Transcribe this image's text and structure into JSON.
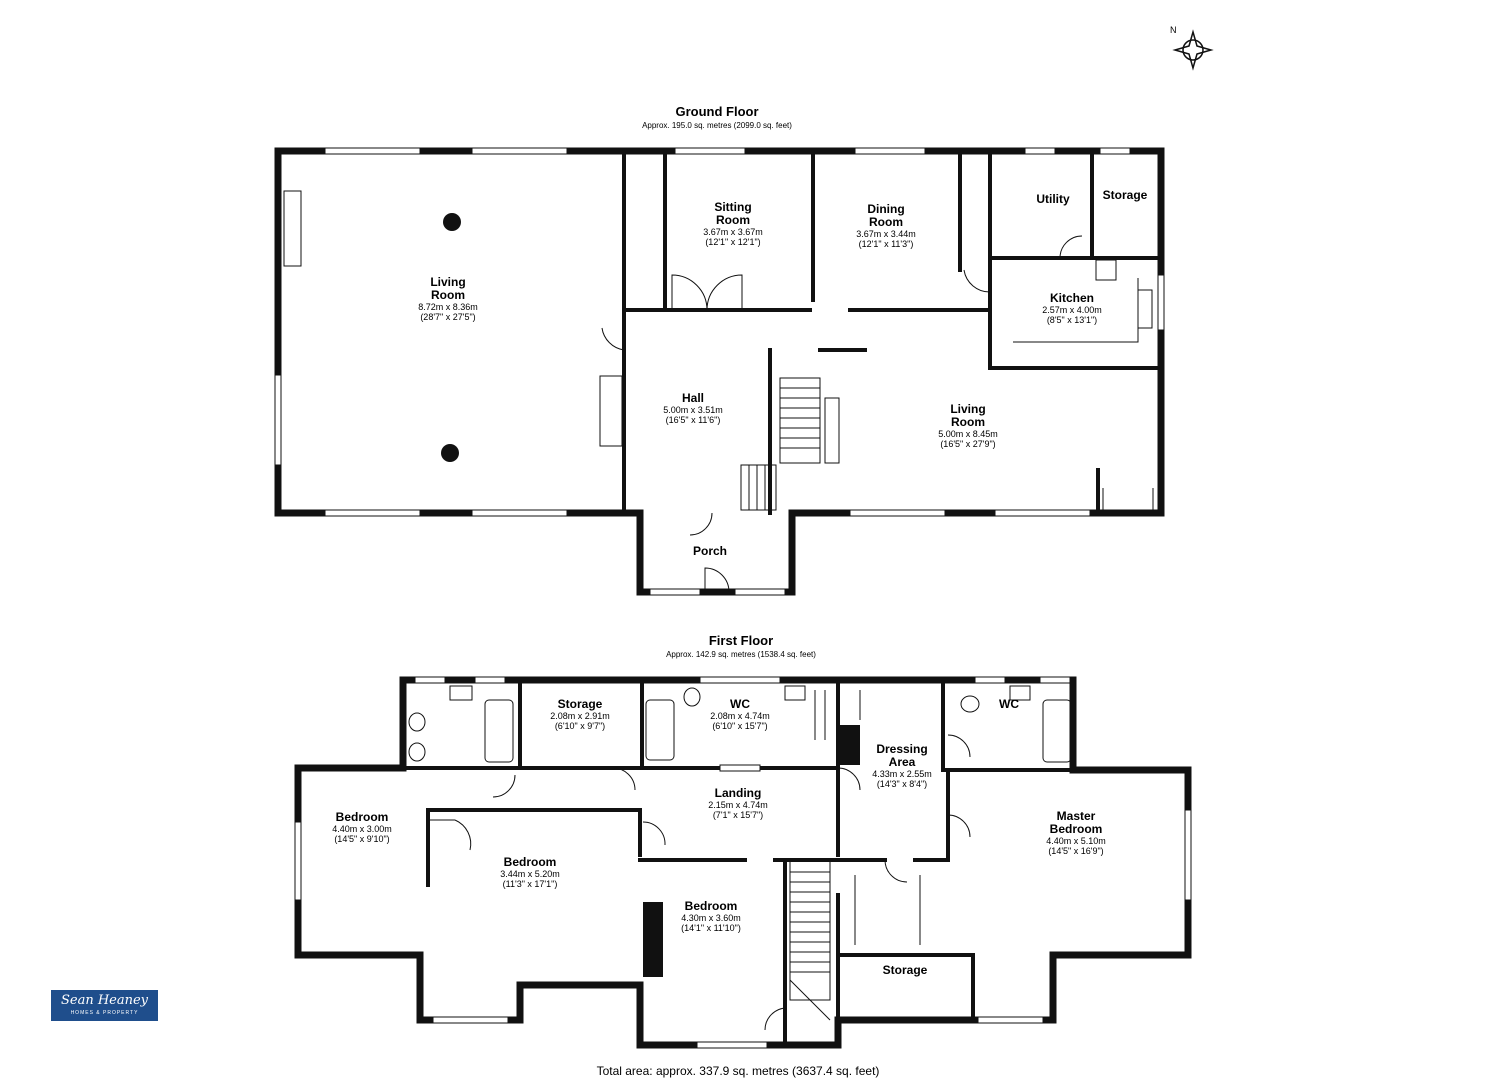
{
  "ground_floor": {
    "title": "Ground Floor",
    "area": "Approx. 195.0 sq. metres (2099.0 sq. feet)",
    "rooms": {
      "living_room_left": {
        "name1": "Living",
        "name2": "Room",
        "dim_m": "8.72m x 8.36m",
        "dim_ft": "(28'7\" x 27'5\")"
      },
      "sitting_room": {
        "name1": "Sitting",
        "name2": "Room",
        "dim_m": "3.67m x 3.67m",
        "dim_ft": "(12'1\" x 12'1\")"
      },
      "dining_room": {
        "name1": "Dining",
        "name2": "Room",
        "dim_m": "3.67m x 3.44m",
        "dim_ft": "(12'1\" x 11'3\")"
      },
      "utility": {
        "name": "Utility"
      },
      "storage": {
        "name": "Storage"
      },
      "kitchen": {
        "name": "Kitchen",
        "dim_m": "2.57m x 4.00m",
        "dim_ft": "(8'5\" x 13'1\")"
      },
      "hall": {
        "name": "Hall",
        "dim_m": "5.00m x 3.51m",
        "dim_ft": "(16'5\" x 11'6\")"
      },
      "living_room_right": {
        "name1": "Living",
        "name2": "Room",
        "dim_m": "5.00m x 8.45m",
        "dim_ft": "(16'5\" x 27'9\")"
      },
      "porch": {
        "name": "Porch"
      }
    }
  },
  "first_floor": {
    "title": "First Floor",
    "area": "Approx. 142.9 sq. metres (1538.4 sq. feet)",
    "rooms": {
      "storage_top": {
        "name": "Storage",
        "dim_m": "2.08m x 2.91m",
        "dim_ft": "(6'10\" x 9'7\")"
      },
      "wc_mid": {
        "name": "WC",
        "dim_m": "2.08m x 4.74m",
        "dim_ft": "(6'10\" x 15'7\")"
      },
      "dressing_area": {
        "name1": "Dressing",
        "name2": "Area",
        "dim_m": "4.33m x 2.55m",
        "dim_ft": "(14'3\" x 8'4\")"
      },
      "wc_right": {
        "name": "WC"
      },
      "landing": {
        "name": "Landing",
        "dim_m": "2.15m x 4.74m",
        "dim_ft": "(7'1\" x 15'7\")"
      },
      "bedroom_left": {
        "name": "Bedroom",
        "dim_m": "4.40m x 3.00m",
        "dim_ft": "(14'5\" x 9'10\")"
      },
      "bedroom_mid": {
        "name": "Bedroom",
        "dim_m": "3.44m x 5.20m",
        "dim_ft": "(11'3\" x 17'1\")"
      },
      "bedroom_center": {
        "name": "Bedroom",
        "dim_m": "4.30m x 3.60m",
        "dim_ft": "(14'1\" x 11'10\")"
      },
      "master_bedroom": {
        "name1": "Master",
        "name2": "Bedroom",
        "dim_m": "4.40m x 5.10m",
        "dim_ft": "(14'5\" x 16'9\")"
      },
      "storage_bottom": {
        "name": "Storage"
      }
    }
  },
  "total_area": "Total area: approx. 337.9 sq. metres (3637.4 sq. feet)",
  "logo": {
    "line1": "Sean Heaney",
    "line2": "HOMES & PROPERTY"
  },
  "compass": {
    "label": "N"
  },
  "colors": {
    "wall": "#111111",
    "logo_bg": "#1f4e8c"
  }
}
